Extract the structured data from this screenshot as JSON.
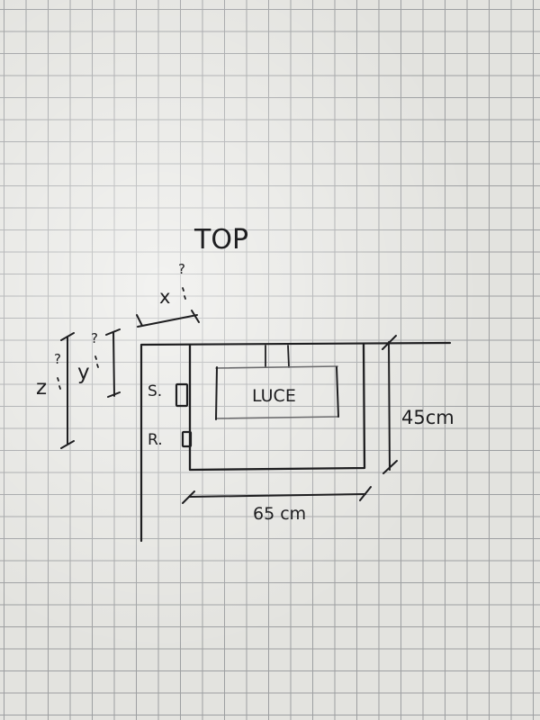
{
  "drawing": {
    "title": "TOP",
    "x_label": "x",
    "y_label": "y",
    "z_label": "z",
    "unknown_mark": "?",
    "s_label": "S.",
    "r_label": "R.",
    "center_label": "LUCE",
    "height_dim": "45cm",
    "width_dim": "65 cm"
  }
}
